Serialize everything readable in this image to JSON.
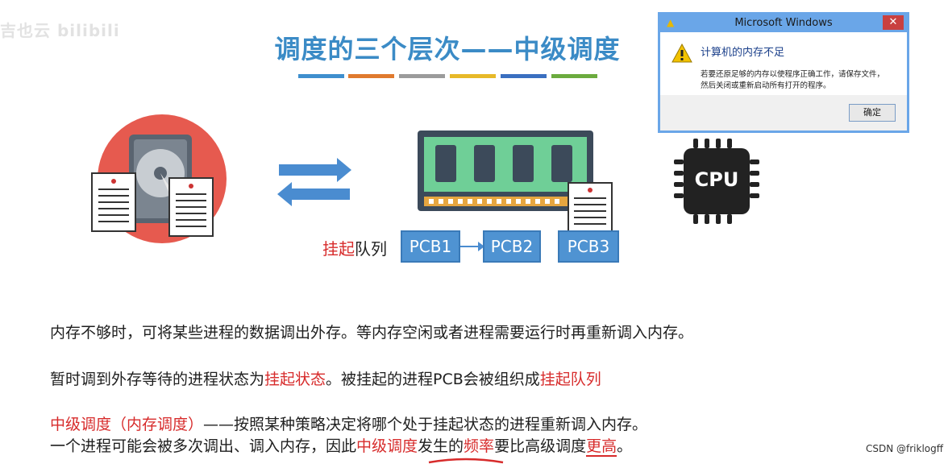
{
  "watermark": "吉也云 bilibili",
  "title": "调度的三个层次——中级调度",
  "accent_bar_colors": [
    "#3f8fce",
    "#e07a2e",
    "#9b9b9b",
    "#e7b928",
    "#3a6fc0",
    "#6bab3e"
  ],
  "dialog": {
    "title": "Microsoft Windows",
    "close_label": "✕",
    "heading": "计算机的内存不足",
    "message_line1": "若要还原足够的内存以使程序正确工作，请保存文件，",
    "message_line2": "然后关闭或重新启动所有打开的程序。",
    "ok_label": "确定"
  },
  "queue": {
    "label_red": "挂起",
    "label_rest": "队列",
    "pcbs": [
      "PCB1",
      "PCB2",
      "PCB3"
    ]
  },
  "cpu_label": "CPU",
  "paragraphs": {
    "p1": "内存不够时，可将某些进程的数据调出外存。等内存空闲或者进程需要运行时再重新调入内存。",
    "p2_a": "暂时调到外存等待的进程状态为",
    "p2_b": "挂起状态",
    "p2_c": "。被挂起的进程PCB会被组织成",
    "p2_d": "挂起队列",
    "p3_a": "中级调度（内存调度）",
    "p3_b": "——按照某种策略决定将哪个处于挂起状态的进程重新调入内存。",
    "p4_a": "一个进程可能会被多次调出、调入内存，因此",
    "p4_b": "中级调度",
    "p4_c": "发生的",
    "p4_d": "频率",
    "p4_e": "要比高级调度",
    "p4_f": "更高",
    "p4_g": "。"
  },
  "credit": "CSDN @friklogff"
}
